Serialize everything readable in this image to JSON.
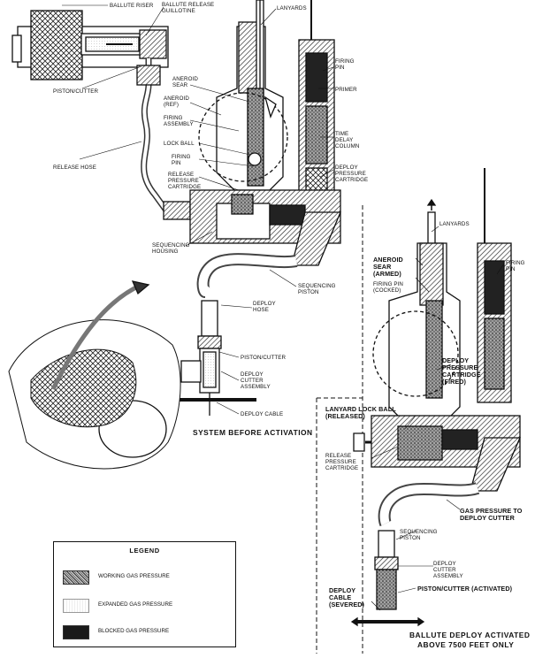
{
  "labels_left": {
    "ballute_riser": "BALLUTE RISER",
    "guillotine": "BALLUTE RELEASE GUILLOTINE",
    "lanyards_top": "LANYARDS",
    "piston_cutter_top": "PISTON/CUTTER",
    "aneroid_sear": "ANEROID SEAR",
    "aneroid_ref": "ANEROID (REF)",
    "firing_assembly": "FIRING ASSEMBLY",
    "lock_ball": "LOCK BALL",
    "firing_pin_left": "FIRING PIN",
    "release_pressure_cartridge": "RELEASE PRESSURE CARTRIDGE",
    "release_hose": "RELEASE HOSE",
    "sequencing_housing": "SEQUENCING HOUSING",
    "firing_pin_right": "FIRING PIN",
    "primer": "PRIMER",
    "time_delay_column": "TIME DELAY COLUMN",
    "deploy_pressure_cartridge": "DEPLOY PRESSURE CARTRIDGE",
    "sequencing_piston": "SEQUENCING PISTON",
    "deploy_hose": "DEPLOY HOSE",
    "piston_cutter_mid": "PISTON/CUTTER",
    "deploy_cutter_assembly": "DEPLOY CUTTER ASSEMBLY",
    "deploy_cable": "DEPLOY CABLE"
  },
  "labels_right": {
    "lanyards": "LANYARDS",
    "aneroid_sear_armed": "ANEROID SEAR (ARMED)",
    "firing_pin_cocked": "FIRING PIN (COCKED)",
    "firing_pin": "FIRING PIN",
    "deploy_pressure_cartridge_fired": "DEPLOY PRESSURE CARTRIDGE (FIRED)",
    "lanyard_lock_ball": "LANYARD LOCK BALL (RELEASED)",
    "release_pressure_cartridge": "RELEASE PRESSURE CARTRIDGE",
    "gas_pressure": "GAS PRESSURE TO DEPLOY CUTTER",
    "sequencing_piston": "SEQUENCING PISTON",
    "deploy_cutter_assembly": "DEPLOY CUTTER ASSEMBLY",
    "deploy_cable_severed": "DEPLOY CABLE (SEVERED)",
    "piston_cutter_activated": "PISTON/CUTTER (ACTIVATED)"
  },
  "captions": {
    "before": "SYSTEM BEFORE ACTIVATION",
    "after_line1": "BALLUTE DEPLOY ACTIVATED",
    "after_line2": "ABOVE 7500 FEET ONLY"
  },
  "legend": {
    "title": "LEGEND",
    "working": "WORKING GAS PRESSURE",
    "expanded": "EXPANDED GAS PRESSURE",
    "blocked": "BLOCKED GAS PRESSURE"
  },
  "colors": {
    "ink": "#111111",
    "paper": "#ffffff",
    "working_gas": "#777777",
    "blocked_gas": "#1a1a1a"
  }
}
